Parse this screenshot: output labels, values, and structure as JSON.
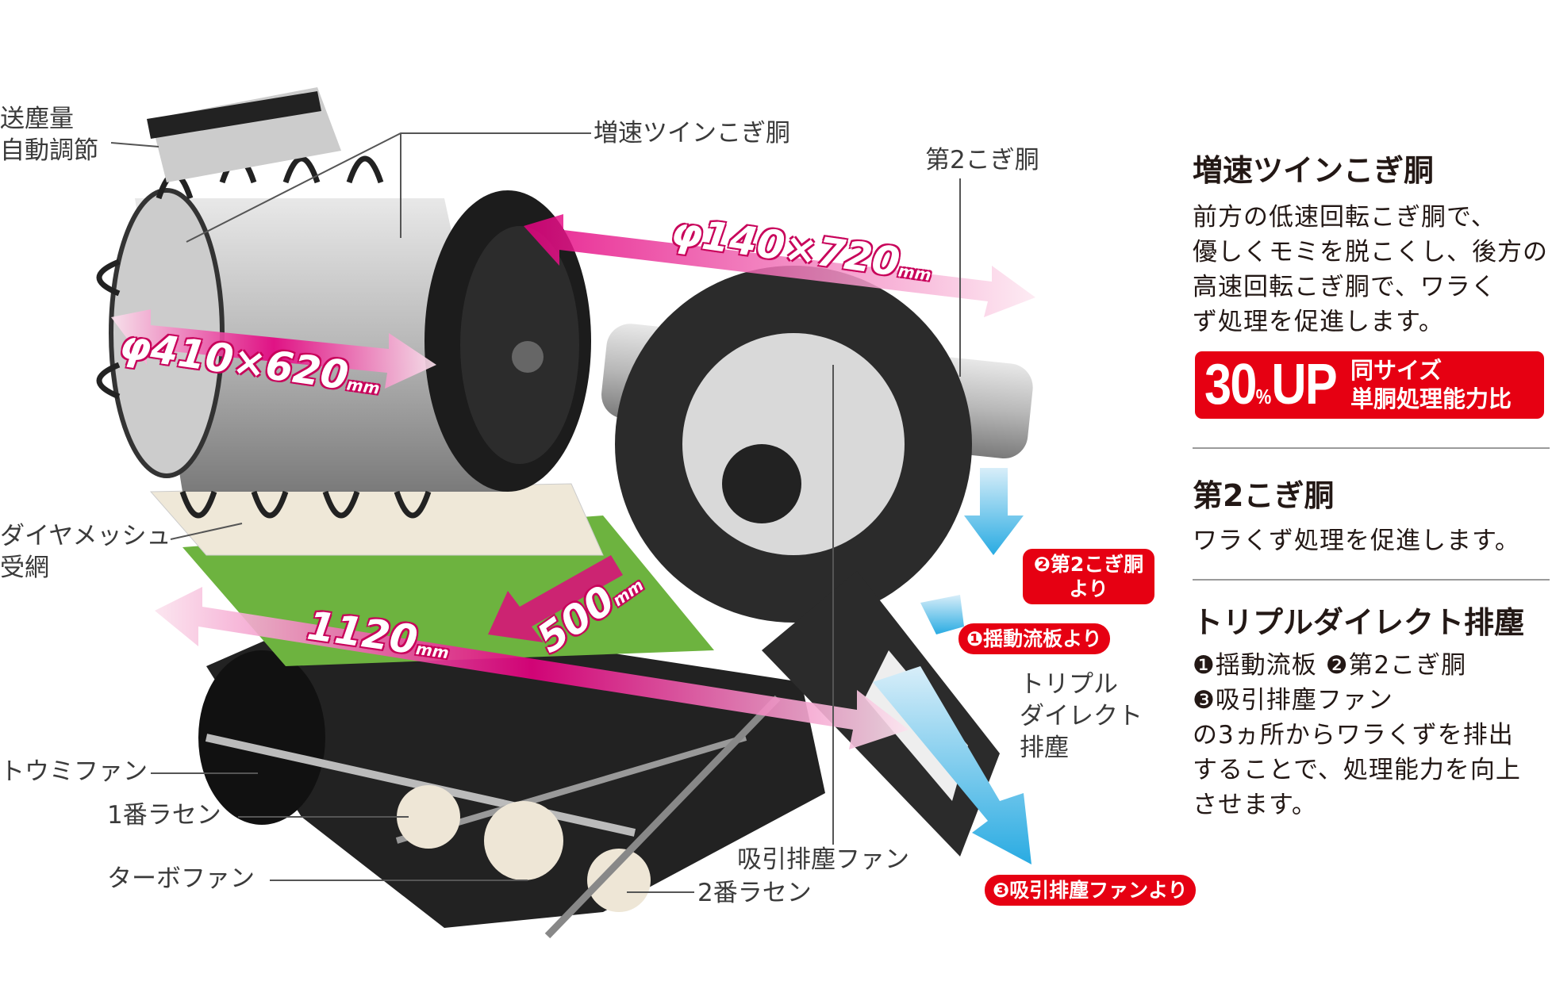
{
  "labels": {
    "feed_adjust": [
      "送塵量",
      "自動調節"
    ],
    "twin_drum": "増速ツインこぎ胴",
    "second_drum": "第2こぎ胴",
    "dia_mesh": [
      "ダイヤメッシュ",
      "受網"
    ],
    "toumi_fan": "トウミファン",
    "first_screw": "1番ラセン",
    "turbo_fan": "ターボファン",
    "suction_fan": "吸引排塵ファン",
    "second_screw": "2番ラセン",
    "triple": [
      "トリプル",
      "ダイレクト",
      "排塵"
    ]
  },
  "dimensions": {
    "second_drum_size": "φ140×720",
    "twin_drum_size": "φ410×620",
    "length": "1120",
    "width": "500",
    "unit": "mm"
  },
  "badges": {
    "from_second_drum": [
      "❷第2こぎ胴",
      "より"
    ],
    "from_shaker": "❶揺動流板より",
    "from_fan": "❸吸引排塵ファンより"
  },
  "panel": {
    "sections": [
      {
        "title": "増速ツインこぎ胴",
        "lines": [
          "前方の低速回転こぎ胴で、",
          "優しくモミを脱こくし、後方の",
          "高速回転こぎ胴で、ワラく",
          "ず処理を促進します。"
        ]
      },
      {
        "title": "第2こぎ胴",
        "lines": [
          "ワラくず処理を促進します。"
        ]
      },
      {
        "title": "トリプルダイレクト排塵",
        "lines": [
          "❶揺動流板 ❷第2こぎ胴",
          "❸吸引排塵ファン",
          "の3ヵ所からワラくずを排出",
          "することで、処理能力を向上",
          "させます。"
        ]
      }
    ],
    "highlight": {
      "value": "30",
      "unit": "%",
      "suffix": "UP",
      "note": [
        "同サイズ",
        "単胴処理能力比"
      ]
    }
  },
  "colors": {
    "accent_red": "#e60012",
    "dimension_pink": "#e4007f",
    "flow_blue": "#29abe2",
    "mesh_green": "#6db33f"
  }
}
